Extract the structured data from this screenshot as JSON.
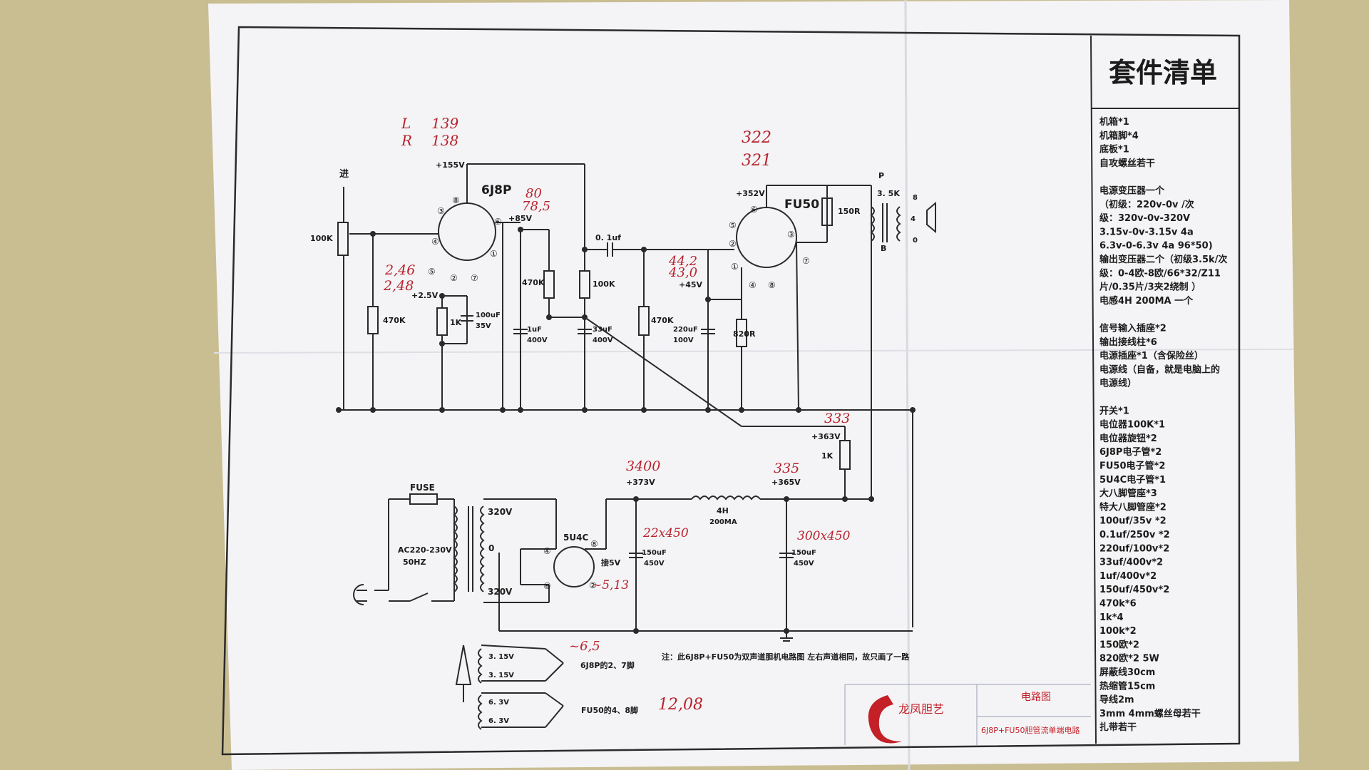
{
  "kit": {
    "title": "套件清单",
    "items": [
      "机箱*1",
      "机箱脚*4",
      "底板*1",
      "自攻螺丝若干",
      "",
      "电源变压器一个",
      "（初级：220v-0v /次",
      "级：320v-0v-320V",
      "3.15v-0v-3.15v 4a",
      "6.3v-0-6.3v 4a 96*50)",
      "输出变压器二个（初级3.5k/次",
      "级：0-4欧-8欧/66*32/Z11",
      "片/0.35片/3夹2绕制 ）",
      "电感4H 200MA 一个",
      "",
      "信号输入插座*2",
      "输出接线柱*6",
      "电源插座*1（含保险丝）",
      "电源线（自备，就是电脑上的",
      "电源线）",
      "",
      "开关*1",
      "电位器100K*1",
      "电位器旋钮*2",
      "6J8P电子管*2",
      "FU50电子管*2",
      "5U4C电子管*1",
      "大八脚管座*3",
      "特大八脚管座*2",
      "100uf/35v *2",
      "0.1uf/250v *2",
      "220uf/100v*2",
      "33uf/400v*2",
      "1uf/400v*2",
      "150uf/450v*2",
      "470k*6",
      "1k*4",
      "100k*2",
      "150欧*2",
      "820欧*2 5W",
      "屏蔽线30cm",
      "热缩管15cm",
      "导线2m",
      "3mm 4mm螺丝母若干",
      "扎带若干"
    ]
  },
  "circuit": {
    "tube1": "6J8P",
    "tube2": "FU50",
    "rectifier": "5U4C",
    "input": "进",
    "fuse": "FUSE",
    "mains_a": "AC220-230V",
    "mains_b": "50HZ",
    "sec_hv_top": "320V",
    "sec_center": "0",
    "sec_hv_bottom": "320V",
    "v155": "+155V",
    "v85": "+85V",
    "v25": "+2.5V",
    "v352": "+352V",
    "v45": "+45V",
    "v363": "+363V",
    "v373": "+373V",
    "v365": "+365V",
    "r_pot": "100K",
    "r_grid1": "470K",
    "r_cath1": "1K",
    "c_cath1_a": "100uF",
    "c_cath1_b": "35V",
    "r_plate1": "470K",
    "c_dec_a": "1uF",
    "c_dec_b": "400V",
    "r_scr1": "100K",
    "c_scr_a": "33uF",
    "c_scr_b": "400V",
    "c_coup": "0. 1uf",
    "r_grid2": "470K",
    "c_cath2_a": "220uF",
    "c_cath2_b": "100V",
    "r_cath2": "820R",
    "r_scr2": "150R",
    "opt": "3. 5K",
    "opt_p": "P",
    "opt_b": "B",
    "spk_8": "8",
    "spk_4": "4",
    "spk_0": "0",
    "r_drop": "1K",
    "choke_a": "4H",
    "choke_b": "200MA",
    "c_filt1_a": "150uF",
    "c_filt1_b": "450V",
    "c_filt2_a": "150uF",
    "c_filt2_b": "450V",
    "rect_pin": "接5V",
    "fil1": "3. 15V",
    "fil2": "3. 15V",
    "fil_note1": "6J8P的2、7脚",
    "fil3": "6. 3V",
    "fil4": "6. 3V",
    "fil_note2": "FU50的4、8脚",
    "note": "注：此6J8P+FU50为双声道胆机电路图 左右声道相同，故只画了一路",
    "pins": [
      "③",
      "⑧",
      "⑥",
      "④",
      "⑤",
      "②",
      "⑦",
      "①",
      "⑥",
      "⑤",
      "②",
      "③",
      "①",
      "⑦",
      "④",
      "⑧",
      "④",
      "⑧",
      "②",
      "⑥"
    ]
  },
  "handwritten": [
    "L",
    "R",
    "139",
    "138",
    "80",
    "78,5",
    "322",
    "321",
    "2,46",
    "2,48",
    "44,2",
    "43,0",
    "333",
    "3400",
    "335",
    "22x450",
    "300x450",
    "~6,5",
    "~5,13",
    "12,08"
  ],
  "footer": {
    "brand": "龙凤胆艺",
    "caption": "电路图",
    "subtitle": "6J8P+FU50胆管流单端电路"
  }
}
